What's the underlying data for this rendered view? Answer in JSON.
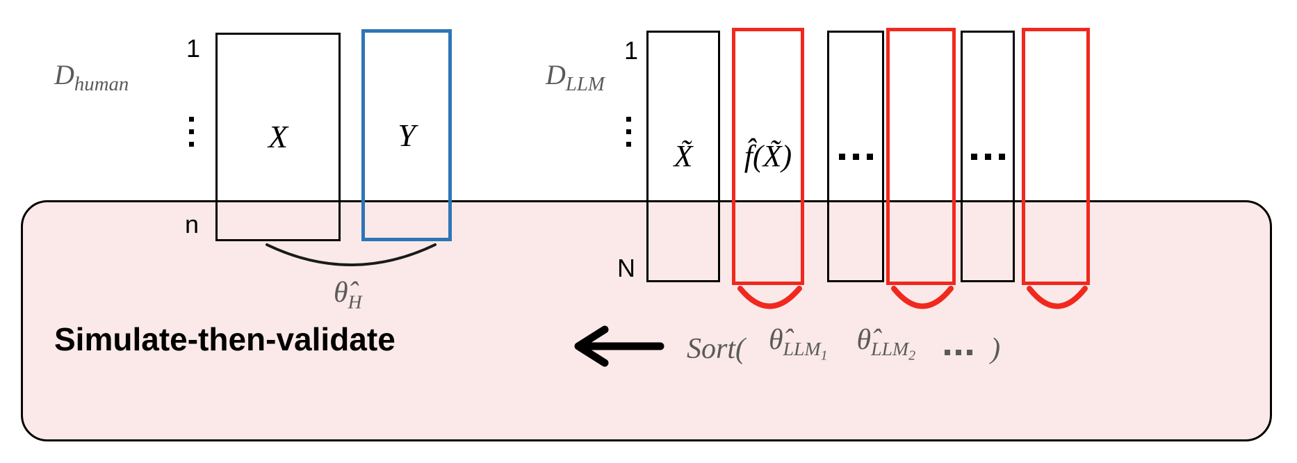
{
  "figure": {
    "title_banner": "Simulate-then-validate",
    "background_color": "#ffffff",
    "panel_color": "#fae9e8"
  },
  "colors": {
    "outcome_blue": "#2e75b6",
    "llm_outcome_red": "#f0281e",
    "panel_fill": "#fae9e8",
    "label_gray": "#5a5a5a",
    "stroke_black": "#000000"
  },
  "human_dataset": {
    "name_base": "D",
    "name_sub": "human",
    "row_first": "1",
    "row_middle": "⋮",
    "row_last": "n",
    "columns": [
      {
        "symbol": "X",
        "style": "black",
        "role": "covariates"
      },
      {
        "symbol": "Y",
        "style": "blue",
        "role": "human-outcome"
      }
    ],
    "estimate_label_base": "θ̂",
    "estimate_label_sub": "H"
  },
  "llm_dataset": {
    "name_base": "D",
    "name_sub": "LLM",
    "row_first": "1",
    "row_middle": "⋮",
    "row_last": "N",
    "columns": [
      {
        "symbol": "X̃",
        "style": "black",
        "role": "simulated-covariates"
      },
      {
        "symbol": "f̂(X̃)",
        "style": "red",
        "role": "llm-outcome-1"
      },
      {
        "symbol": "…",
        "style": "black",
        "role": "more-covariates"
      },
      {
        "symbol": "",
        "style": "red",
        "role": "llm-outcome-2"
      },
      {
        "symbol": "…",
        "style": "black",
        "role": "more-covariates-2"
      },
      {
        "symbol": "",
        "style": "red",
        "role": "llm-outcome-k"
      }
    ]
  },
  "sort_expression": {
    "function_open": "Sort(",
    "term1_base": "θ̂",
    "term1_sub": "LLM",
    "term1_sub2": "1",
    "term2_base": "θ̂",
    "term2_sub": "LLM",
    "term2_sub2": "2",
    "ellipsis": "⋯",
    "close_paren": ")"
  },
  "arrow": {
    "direction": "left",
    "semantic": "llm-estimates-validated-against-human-estimate"
  }
}
